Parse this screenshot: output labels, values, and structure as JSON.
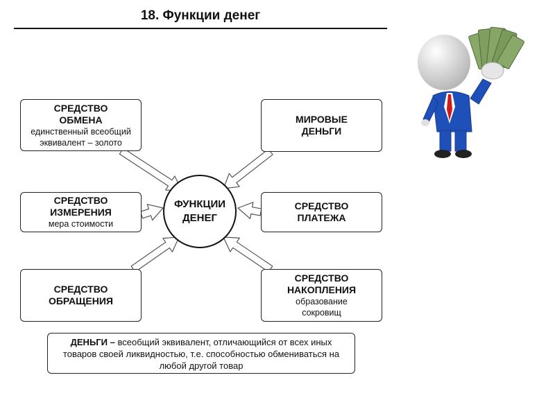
{
  "title": "18. Функции денег",
  "center": "ФУНКЦИИ\nДЕНЕГ",
  "boxes": {
    "exchange": {
      "head": "СРЕДСТВО\nОБМЕНА",
      "sub": "единственный всеобщий\nэквивалент – золото"
    },
    "measure": {
      "head": "СРЕДСТВО\nИЗМЕРЕНИЯ",
      "sub": "мера стоимости"
    },
    "circulation": {
      "head": "СРЕДСТВО\nОБРАЩЕНИЯ",
      "sub": ""
    },
    "world": {
      "head": "МИРОВЫЕ\nДЕНЬГИ",
      "sub": ""
    },
    "payment": {
      "head": "СРЕДСТВО\nПЛАТЕЖА",
      "sub": ""
    },
    "saving": {
      "head": "СРЕДСТВО\nНАКОПЛЕНИЯ",
      "sub": "образование\nсокровищ"
    }
  },
  "definition": {
    "term": "ДЕНЬГИ –",
    "text": " всеобщий эквивалент, отличающийся от всех иных товаров своей ликвидностью, т.е. способностью обмениваться на любой другой товар"
  },
  "illustration": "businessman-holding-money-icon",
  "colors": {
    "suit": "#1f4fb8",
    "tie": "#d11a1a",
    "money": "#6f8f4e",
    "arrow_stroke": "#555555"
  }
}
